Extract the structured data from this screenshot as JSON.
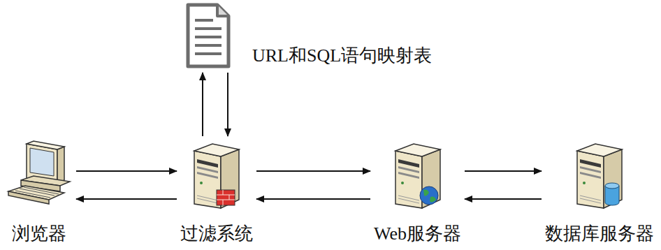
{
  "diagram": {
    "nodes": [
      {
        "text": [
          "URL和SQL语句映射表"
        ]
      },
      {
        "text": [
          "浏览器"
        ]
      },
      {
        "text": [
          "过滤系统"
        ]
      },
      {
        "text": [
          "Web服务器"
        ]
      },
      {
        "text": [
          "数据库服务器"
        ]
      }
    ],
    "edges": [
      {
        "from": 2,
        "to": 0,
        "arrow": "to"
      },
      {
        "from": 0,
        "to": 2,
        "arrow": "to"
      },
      {
        "from": 1,
        "to": 2,
        "arrow": "to"
      },
      {
        "from": 2,
        "to": 1,
        "arrow": "to"
      },
      {
        "from": 2,
        "to": 3,
        "arrow": "to"
      },
      {
        "from": 3,
        "to": 2,
        "arrow": "to"
      },
      {
        "from": 3,
        "to": 4,
        "arrow": "to"
      },
      {
        "from": 4,
        "to": 3,
        "arrow": "to"
      }
    ]
  }
}
